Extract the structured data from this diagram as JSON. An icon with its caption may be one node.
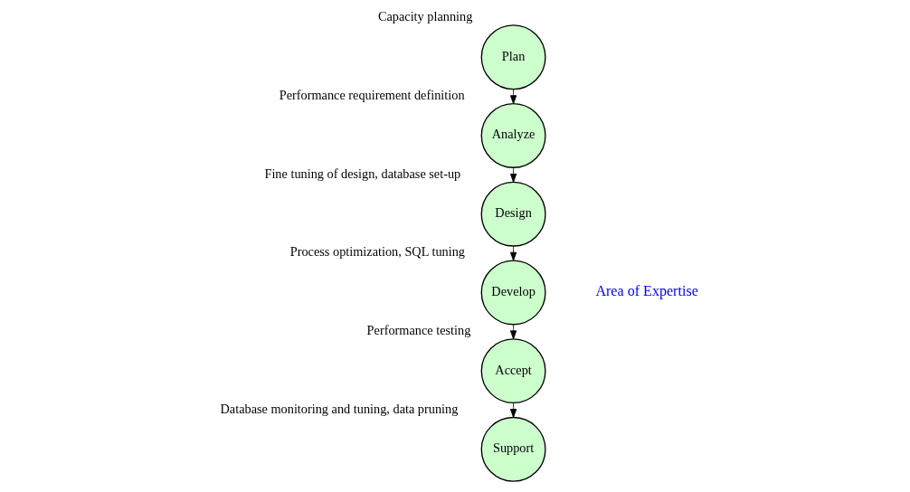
{
  "diagram": {
    "nodes": [
      {
        "text": [
          "Plan"
        ],
        "beside": [
          "Capacity planning"
        ]
      },
      {
        "text": [
          "Analyze"
        ],
        "beside": [
          "Performance requirement definition"
        ]
      },
      {
        "text": [
          "Design"
        ],
        "beside": [
          "Fine tuning of design, database set-up"
        ]
      },
      {
        "text": [
          "Develop"
        ],
        "beside": [
          "Process optimization, SQL tuning"
        ]
      },
      {
        "text": [
          "Accept"
        ],
        "beside": [
          "Performance testing"
        ]
      },
      {
        "text": [
          "Support"
        ],
        "beside": [
          "Database monitoring and tuning, data pruning"
        ]
      }
    ],
    "edges": [
      {
        "from": 0,
        "to": 1,
        "arrow": "to"
      },
      {
        "from": 1,
        "to": 2,
        "arrow": "to"
      },
      {
        "from": 2,
        "to": 3,
        "arrow": "to"
      },
      {
        "from": 3,
        "to": 4,
        "arrow": "to"
      },
      {
        "from": 4,
        "to": 5,
        "arrow": "to"
      }
    ],
    "labels": [
      "Area of Expertise"
    ]
  }
}
